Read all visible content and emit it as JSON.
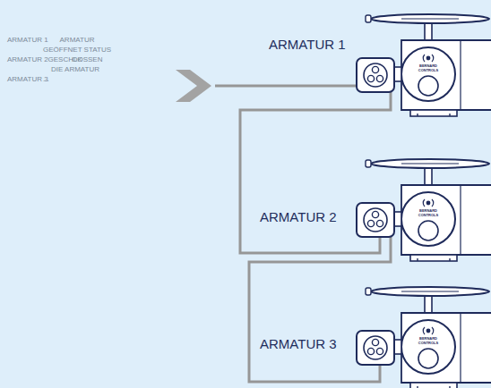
{
  "diagram": {
    "nodes": [
      {
        "text": [
          "ARMATUR 1"
        ]
      },
      {
        "text": [
          "ARMATUR 2"
        ]
      },
      {
        "text": [
          "ARMATUR 3"
        ]
      }
    ],
    "edges": [
      {
        "from": 0,
        "to": 1,
        "arrow": "none"
      },
      {
        "from": 1,
        "to": 2,
        "arrow": "none"
      }
    ],
    "labels": [
      "ARMATUR 1",
      "ARMATUR GEÖFFNET STATUS OK",
      "ARMATUR 2",
      "GESCHLOSSEN DIE ARMATUR",
      "ARMATUR 3",
      "...",
      "BERNARD CONTROLS",
      "BERNARD CONTROLS",
      "BERNARD CONTROLS"
    ]
  }
}
